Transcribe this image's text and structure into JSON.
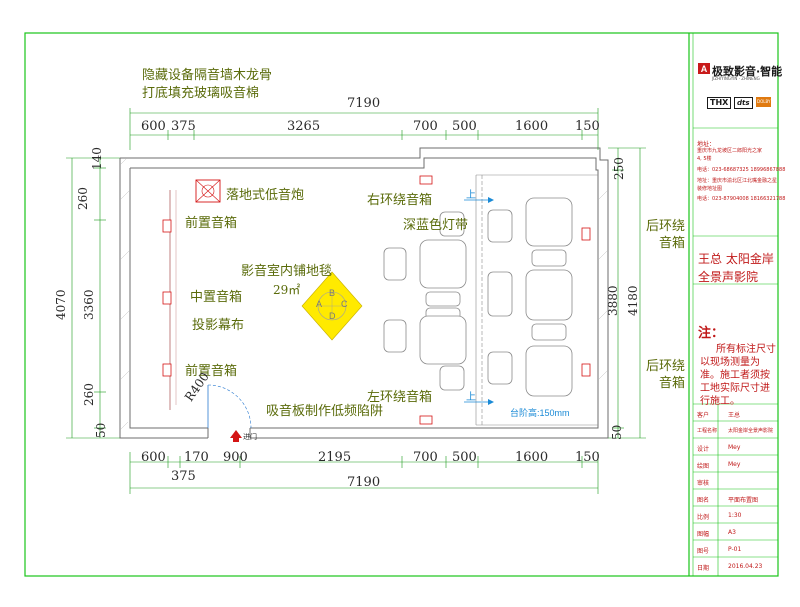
{
  "notes": {
    "wall_note_1": "隐藏设备隔音墙木龙骨",
    "wall_note_2": "打底填充玻璃吸音棉"
  },
  "dims_top": {
    "total": "7190",
    "segments": [
      "600",
      "375",
      "3265",
      "700",
      "500",
      "1600",
      "150"
    ]
  },
  "dims_bottom": {
    "segments": [
      "600",
      "170",
      "900",
      "2195",
      "700",
      "500",
      "1600",
      "150"
    ],
    "sub": "375",
    "total": "7190"
  },
  "dims_left": {
    "a": "140",
    "b": "260",
    "c": "4070",
    "d": "3360",
    "e": "260",
    "f": "50"
  },
  "dims_right": {
    "a": "250",
    "b": "3880",
    "c": "4180",
    "d": "50"
  },
  "room_labels": {
    "subwoofer": "落地式低音炮",
    "front_speaker_top": "前置音箱",
    "front_speaker_bottom": "前置音箱",
    "center_speaker": "中置音箱",
    "screen": "投影幕布",
    "carpet": "影音室内铺地毯",
    "area": "29㎡",
    "right_surround": "右环绕音箱",
    "led_strip": "深蓝色灯带",
    "left_surround": "左环绕音箱",
    "rear_surround_top": "后环绕\n音箱",
    "rear_surround_bottom": "后环绕\n音箱",
    "acoustic_board": "吸音板制作低频陷阱",
    "radius": "R400",
    "entrance": "进门",
    "step_height": "台阶高:150mm",
    "up_top": "上",
    "up_bottom": "上"
  },
  "logo": {
    "symbol": "A",
    "company": "极致影音·智能",
    "pinyin": "JIZHIYINGYIN · ZHINENG",
    "badges": [
      "THX",
      "dts",
      "DOLBY"
    ]
  },
  "address": {
    "line1": "地址：",
    "line2": "重庆市九龙坡区二郎阳光之家",
    "line3": "4, 5楼",
    "line4": "电话：023-68687325    18996867888",
    "line5": "地址：重庆市渝北区江北嘴金融之星",
    "line6": "装修地址图",
    "line7": "电话：023-87904008    18166321788"
  },
  "project": {
    "client_project": "王总  太阳金岸全景声影院"
  },
  "note": {
    "label": "注：",
    "text": "所有标注尺寸以现场测量为准。施工者须按工地实际尺寸进行施工。"
  },
  "title_block": {
    "rows": [
      {
        "key": "客户",
        "value": "王总"
      },
      {
        "key": "工程名称",
        "value": "太阳金岸全景声影院"
      },
      {
        "key": "设计",
        "value": "Mey"
      },
      {
        "key": "绘图",
        "value": "Mey"
      },
      {
        "key": "审核",
        "value": ""
      },
      {
        "key": "图名",
        "value": "平面布置图"
      },
      {
        "key": "比例",
        "value": "1:30"
      },
      {
        "key": "图幅",
        "value": "A3"
      },
      {
        "key": "图号",
        "value": "P-01"
      },
      {
        "key": "日期",
        "value": "2016.04.23"
      }
    ]
  },
  "diamond": {
    "letters": [
      "A",
      "B",
      "C",
      "D"
    ]
  },
  "colors": {
    "border_green": "#19c419",
    "wall_gray": "#8a8a8a",
    "dim_green": "#1a9a1a",
    "text_olive": "#5a6b0a",
    "red": "#d41414",
    "yellow": "#ffea00",
    "blue_dim": "#1a8ad6"
  }
}
